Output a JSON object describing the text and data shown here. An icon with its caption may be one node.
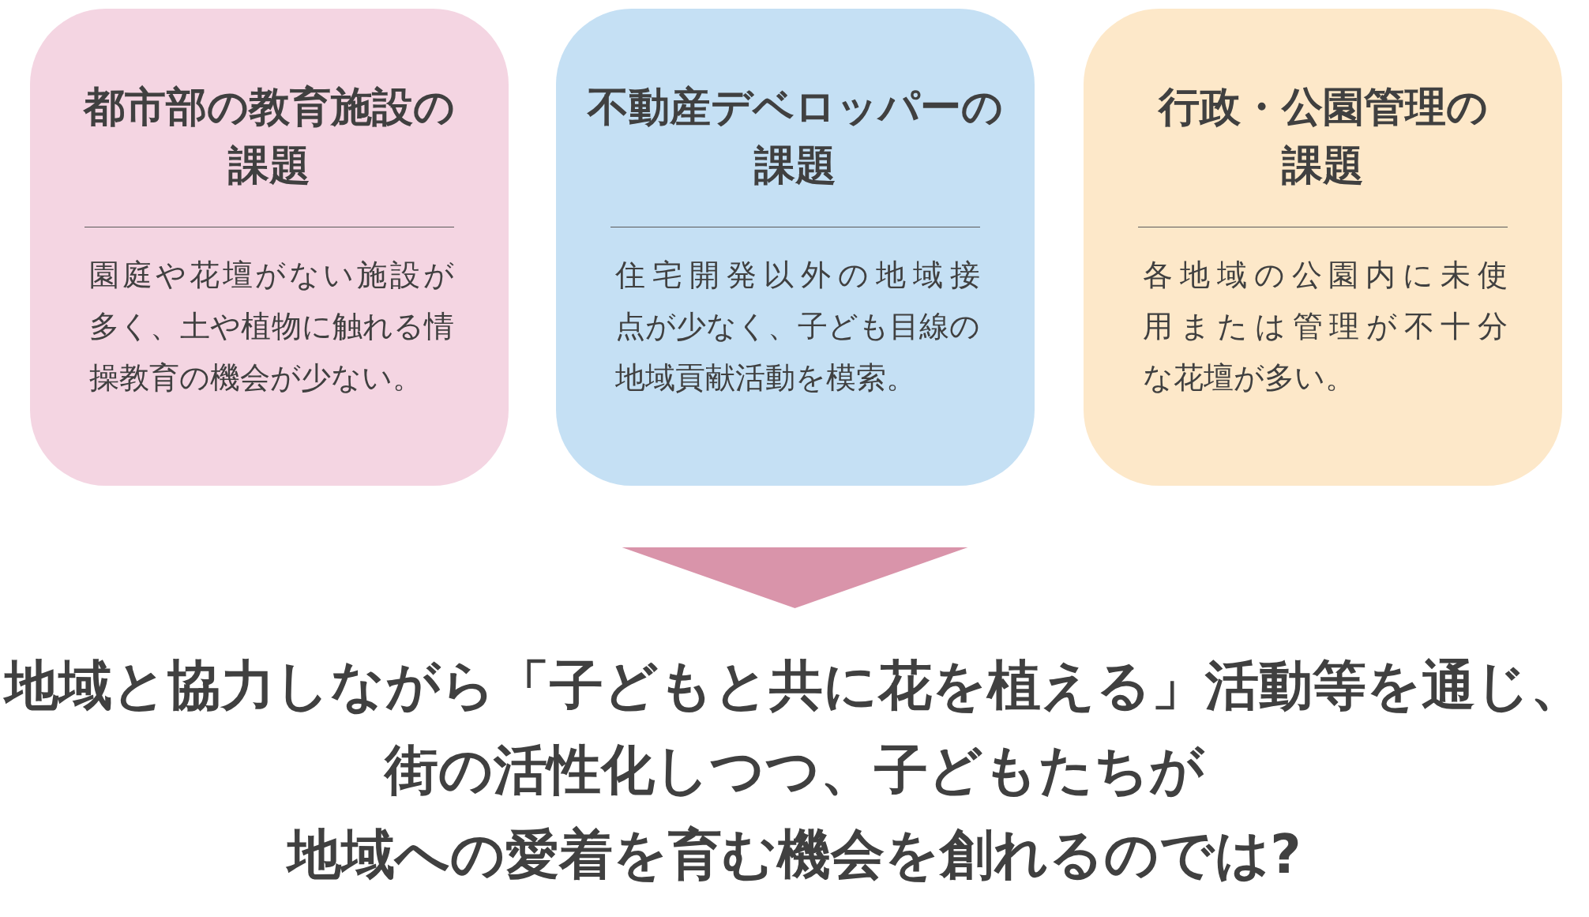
{
  "diagram": {
    "nodes": [
      {
        "text": [
          "都市部の教育施設の課題",
          "園庭や花壇がない施設が多く、土や植物に触れる情操教育の機会が少ない。"
        ]
      },
      {
        "text": [
          "不動産デベロッパーの課題",
          "住宅開発以外の地域接点が少なく、子ども目線の地域貢献活動を模索。"
        ]
      },
      {
        "text": [
          "行政・公園管理の課題",
          "各地域の公園内に未使用または管理が不十分な花壇が多い。"
        ]
      },
      {
        "text": [
          "地域と協力しながら「子どもと共に花を植える」活動等を通じ、街の活性化しつつ、子どもたちが地域への愛着を育む機会を創れるのでは?"
        ]
      }
    ],
    "edges": [
      {
        "from": 1,
        "to": 3,
        "arrow": "to"
      }
    ]
  }
}
